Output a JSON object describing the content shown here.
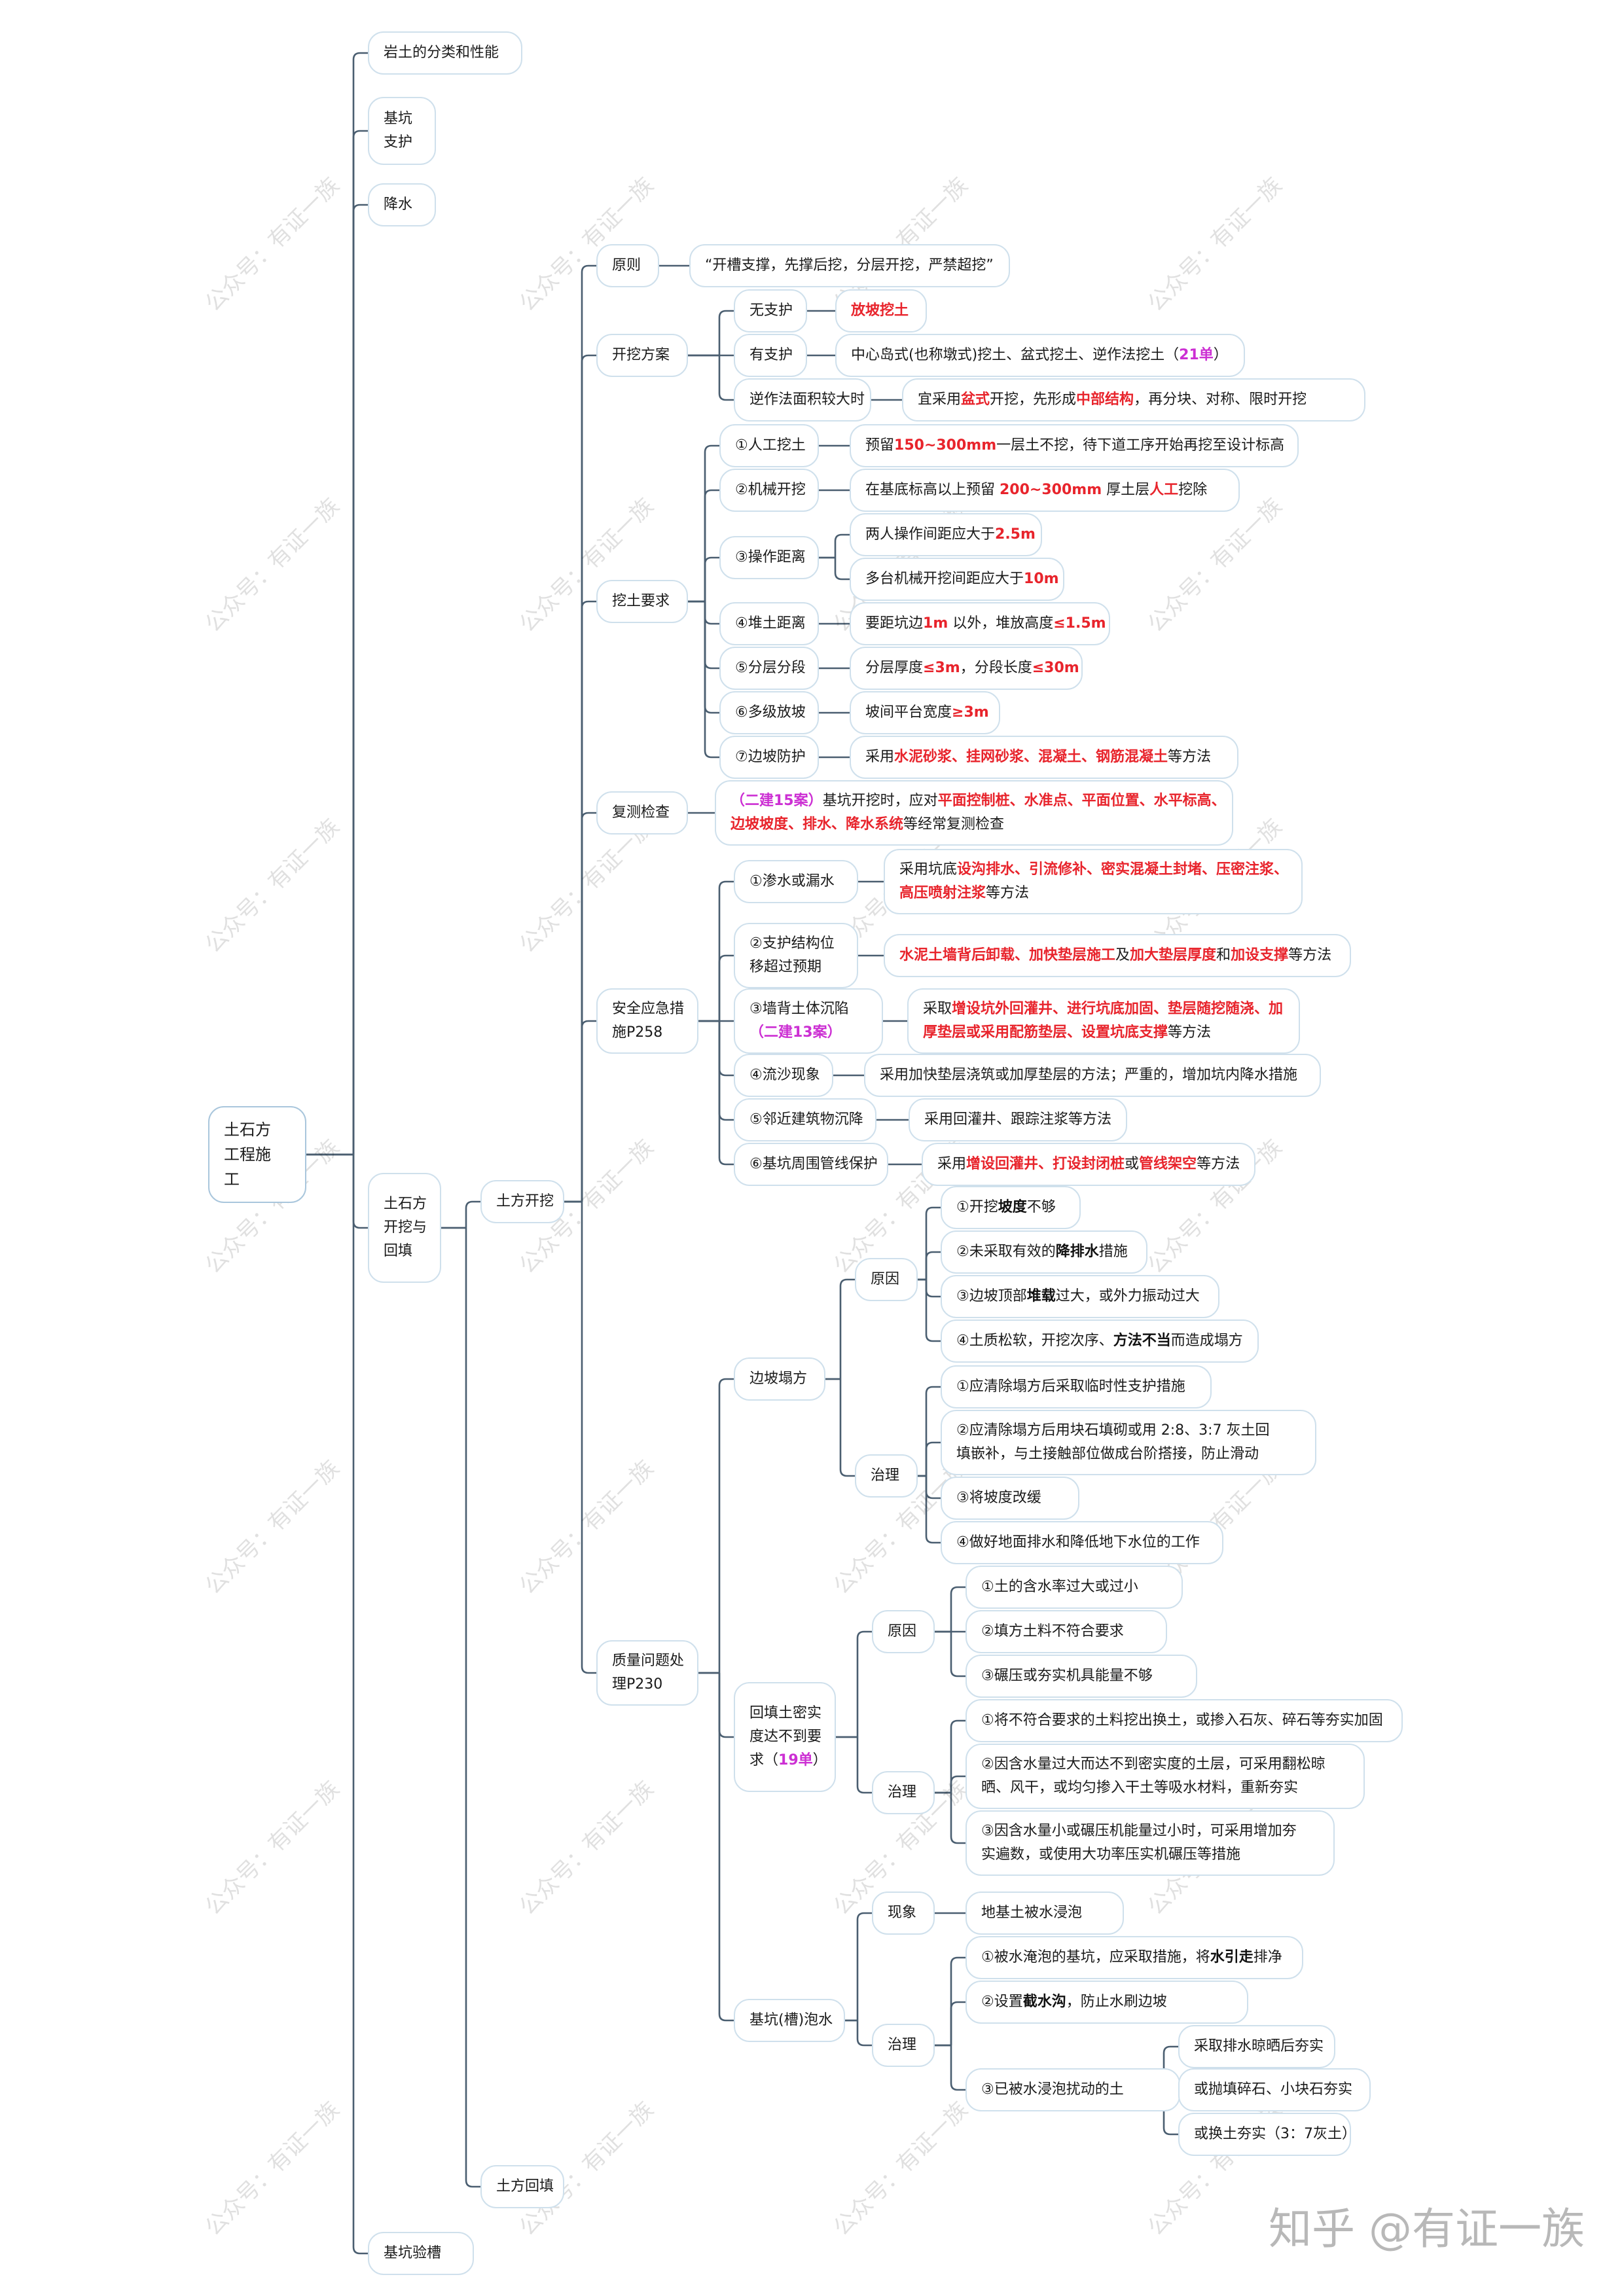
{
  "watermarks": {
    "diag": "公众号：有证一族",
    "corner": "知乎 @有证一族"
  },
  "nodes": [
    {
      "id": "root",
      "parts": [
        [
          "土石方\n工程施\n工",
          ""
        ]
      ]
    },
    {
      "id": "n1",
      "parts": [
        [
          "岩土的分类和性能",
          ""
        ]
      ]
    },
    {
      "id": "n2",
      "parts": [
        [
          "基坑\n支护",
          ""
        ]
      ]
    },
    {
      "id": "n3",
      "parts": [
        [
          "降水",
          ""
        ]
      ]
    },
    {
      "id": "n4",
      "parts": [
        [
          "土石方\n开挖与\n回填",
          ""
        ]
      ]
    },
    {
      "id": "n5",
      "parts": [
        [
          "基坑验槽",
          ""
        ]
      ]
    },
    {
      "id": "kw",
      "parts": [
        [
          "土方开挖",
          ""
        ]
      ]
    },
    {
      "id": "hutian",
      "parts": [
        [
          "土方回填",
          ""
        ]
      ]
    },
    {
      "id": "yz",
      "parts": [
        [
          "原则",
          ""
        ]
      ]
    },
    {
      "id": "yz1",
      "parts": [
        [
          "“开槽支撑，先撑后挖，分层开挖，严禁超挖”",
          ""
        ]
      ]
    },
    {
      "id": "fa",
      "parts": [
        [
          "开挖方案",
          ""
        ]
      ]
    },
    {
      "id": "fa1",
      "parts": [
        [
          "无支护",
          ""
        ]
      ]
    },
    {
      "id": "fa1a",
      "parts": [
        [
          "放坡挖土",
          "red"
        ]
      ]
    },
    {
      "id": "fa2",
      "parts": [
        [
          "有支护",
          ""
        ]
      ]
    },
    {
      "id": "fa2a",
      "parts": [
        [
          "中心岛式(也称墩式)挖土、盆式挖土、逆作法挖土（",
          ""
        ],
        [
          "21单",
          "mag"
        ],
        [
          "）",
          ""
        ]
      ]
    },
    {
      "id": "fa3",
      "parts": [
        [
          "逆作法面积较大时",
          ""
        ]
      ]
    },
    {
      "id": "fa3a",
      "parts": [
        [
          "宜采用",
          ""
        ],
        [
          "盆式",
          "red"
        ],
        [
          "开挖，先形成",
          ""
        ],
        [
          "中部结构",
          "red"
        ],
        [
          "，再分块、对称、限时开挖",
          ""
        ]
      ]
    },
    {
      "id": "wt",
      "parts": [
        [
          "挖土要求",
          ""
        ]
      ]
    },
    {
      "id": "wt1",
      "parts": [
        [
          "①人工挖土",
          ""
        ]
      ]
    },
    {
      "id": "wt1a",
      "parts": [
        [
          "预留",
          ""
        ],
        [
          "150~300mm",
          "red"
        ],
        [
          "一层土不挖，待下道工序开始再挖至设计标高",
          ""
        ]
      ]
    },
    {
      "id": "wt2",
      "parts": [
        [
          "②机械开挖",
          ""
        ]
      ]
    },
    {
      "id": "wt2a",
      "parts": [
        [
          "在基底标高以上预留 ",
          ""
        ],
        [
          "200~300mm",
          "red"
        ],
        [
          " 厚土层",
          ""
        ],
        [
          "人工",
          "red"
        ],
        [
          "挖除",
          ""
        ]
      ]
    },
    {
      "id": "wt3",
      "parts": [
        [
          "③操作距离",
          ""
        ]
      ]
    },
    {
      "id": "wt3a",
      "parts": [
        [
          "两人操作间距应大于",
          ""
        ],
        [
          "2.5m",
          "red"
        ]
      ]
    },
    {
      "id": "wt3b",
      "parts": [
        [
          "多台机械开挖间距应大于",
          ""
        ],
        [
          "10m",
          "red"
        ]
      ]
    },
    {
      "id": "wt4",
      "parts": [
        [
          "④堆土距离",
          ""
        ]
      ]
    },
    {
      "id": "wt4a",
      "parts": [
        [
          "要距坑边",
          ""
        ],
        [
          "1m",
          "red"
        ],
        [
          " 以外，堆放高度",
          ""
        ],
        [
          "≤1.5m",
          "red"
        ]
      ]
    },
    {
      "id": "wt5",
      "parts": [
        [
          "⑤分层分段",
          ""
        ]
      ]
    },
    {
      "id": "wt5a",
      "parts": [
        [
          "分层厚度",
          ""
        ],
        [
          "≤3m",
          "red"
        ],
        [
          "，分段长度",
          ""
        ],
        [
          "≤30m",
          "red"
        ]
      ]
    },
    {
      "id": "wt6",
      "parts": [
        [
          "⑥多级放坡",
          ""
        ]
      ]
    },
    {
      "id": "wt6a",
      "parts": [
        [
          "坡间平台宽度",
          ""
        ],
        [
          "≥3m",
          "red"
        ]
      ]
    },
    {
      "id": "wt7",
      "parts": [
        [
          "⑦边坡防护",
          ""
        ]
      ]
    },
    {
      "id": "wt7a",
      "parts": [
        [
          "采用",
          ""
        ],
        [
          "水泥砂浆、挂网砂浆、混凝土、钢筋混凝土",
          "red"
        ],
        [
          "等方法",
          ""
        ]
      ]
    },
    {
      "id": "fc",
      "parts": [
        [
          "复测检查",
          ""
        ]
      ]
    },
    {
      "id": "fca",
      "parts": [
        [
          "（二建15案）",
          "mag"
        ],
        [
          "基坑开挖时，应对",
          ""
        ],
        [
          "平面控制桩、水准点、平面位置、水平标高、\n边坡坡度、排水、降水系统",
          "red"
        ],
        [
          "等经常复测检查",
          ""
        ]
      ]
    },
    {
      "id": "aq",
      "parts": [
        [
          "安全应急措\n施P258",
          ""
        ]
      ]
    },
    {
      "id": "aq1",
      "parts": [
        [
          "①渗水或漏水",
          ""
        ]
      ]
    },
    {
      "id": "aq1a",
      "parts": [
        [
          "采用坑底",
          ""
        ],
        [
          "设沟排水、引流修补、密实混凝土封堵、压密注浆、\n高压喷射注浆",
          "red"
        ],
        [
          "等方法",
          ""
        ]
      ]
    },
    {
      "id": "aq2",
      "parts": [
        [
          "②支护结构位\n移超过预期",
          ""
        ]
      ]
    },
    {
      "id": "aq2a",
      "parts": [
        [
          "水泥土墙背后卸载、加快垫层施工",
          "red"
        ],
        [
          "及",
          ""
        ],
        [
          "加大垫层厚度",
          "red"
        ],
        [
          "和",
          ""
        ],
        [
          "加设支撑",
          "red"
        ],
        [
          "等方法",
          ""
        ]
      ]
    },
    {
      "id": "aq3",
      "parts": [
        [
          "③墙背土体沉陷\n",
          ""
        ],
        [
          "（二建13案）",
          "mag"
        ]
      ]
    },
    {
      "id": "aq3a",
      "parts": [
        [
          "采取",
          ""
        ],
        [
          "增设坑外回灌井、进行坑底加固、垫层随挖随浇、加\n厚垫层或采用配筋垫层、设置坑底支撑",
          "red"
        ],
        [
          "等方法",
          ""
        ]
      ]
    },
    {
      "id": "aq4",
      "parts": [
        [
          "④流沙现象",
          ""
        ]
      ]
    },
    {
      "id": "aq4a",
      "parts": [
        [
          "采用加快垫层浇筑或加厚垫层的方法；严重的，增加坑内降水措施",
          ""
        ]
      ]
    },
    {
      "id": "aq5",
      "parts": [
        [
          "⑤邻近建筑物沉降",
          ""
        ]
      ]
    },
    {
      "id": "aq5a",
      "parts": [
        [
          "采用回灌井、跟踪注浆等方法",
          ""
        ]
      ]
    },
    {
      "id": "aq6",
      "parts": [
        [
          "⑥基坑周围管线保护",
          ""
        ]
      ]
    },
    {
      "id": "aq6a",
      "parts": [
        [
          "采用",
          ""
        ],
        [
          "增设回灌井、打设封闭桩",
          "red"
        ],
        [
          "或",
          ""
        ],
        [
          "管线架空",
          "red"
        ],
        [
          "等方法",
          ""
        ]
      ]
    },
    {
      "id": "zl",
      "parts": [
        [
          "质量问题处\n理P230",
          ""
        ]
      ]
    },
    {
      "id": "bp",
      "parts": [
        [
          "边坡塌方",
          ""
        ]
      ]
    },
    {
      "id": "bpy",
      "parts": [
        [
          "原因",
          ""
        ]
      ]
    },
    {
      "id": "bpy1",
      "parts": [
        [
          "①开挖",
          ""
        ],
        [
          "坡度",
          "bold"
        ],
        [
          "不够",
          ""
        ]
      ]
    },
    {
      "id": "bpy2",
      "parts": [
        [
          "②未采取有效的",
          ""
        ],
        [
          "降排水",
          "bold"
        ],
        [
          "措施",
          ""
        ]
      ]
    },
    {
      "id": "bpy3",
      "parts": [
        [
          "③边坡顶部",
          ""
        ],
        [
          "堆载",
          "bold"
        ],
        [
          "过大，或外力振动过大",
          ""
        ]
      ]
    },
    {
      "id": "bpy4",
      "parts": [
        [
          "④土质松软，开挖次序、",
          ""
        ],
        [
          "方法不当",
          "bold"
        ],
        [
          "而造成塌方",
          ""
        ]
      ]
    },
    {
      "id": "bpz",
      "parts": [
        [
          "治理",
          ""
        ]
      ]
    },
    {
      "id": "bpz1",
      "parts": [
        [
          "①应清除塌方后采取临时性支护措施",
          ""
        ]
      ]
    },
    {
      "id": "bpz2",
      "parts": [
        [
          "②应清除塌方后用块石填砌或用 2:8、3:7 灰土回\n填嵌补，与土接触部位做成台阶搭接，防止滑动",
          ""
        ]
      ]
    },
    {
      "id": "bpz3",
      "parts": [
        [
          "③将坡度改缓",
          ""
        ]
      ]
    },
    {
      "id": "bpz4",
      "parts": [
        [
          "④做好地面排水和降低地下水位的工作",
          ""
        ]
      ]
    },
    {
      "id": "ht",
      "parts": [
        [
          "回填土密实\n度达不到要\n求（",
          ""
        ],
        [
          "19单",
          "mag"
        ],
        [
          "）",
          ""
        ]
      ]
    },
    {
      "id": "hty",
      "parts": [
        [
          "原因",
          ""
        ]
      ]
    },
    {
      "id": "hty1",
      "parts": [
        [
          "①土的含水率过大或过小",
          ""
        ]
      ]
    },
    {
      "id": "hty2",
      "parts": [
        [
          "②填方土料不符合要求",
          ""
        ]
      ]
    },
    {
      "id": "hty3",
      "parts": [
        [
          "③碾压或夯实机具能量不够",
          ""
        ]
      ]
    },
    {
      "id": "htz",
      "parts": [
        [
          "治理",
          ""
        ]
      ]
    },
    {
      "id": "htz1",
      "parts": [
        [
          "①将不符合要求的土料挖出换土，或掺入石灰、碎石等夯实加固",
          ""
        ]
      ]
    },
    {
      "id": "htz2",
      "parts": [
        [
          "②因含水量过大而达不到密实度的土层，可采用翻松晾\n晒、风干，或均匀掺入干土等吸水材料，重新夯实",
          ""
        ]
      ]
    },
    {
      "id": "htz3",
      "parts": [
        [
          "③因含水量小或碾压机能量过小时，可采用增加夯\n实遍数，或使用大功率压实机碾压等措施",
          ""
        ]
      ]
    },
    {
      "id": "jk",
      "parts": [
        [
          "基坑(槽)泡水",
          ""
        ]
      ]
    },
    {
      "id": "jkx",
      "parts": [
        [
          "现象",
          ""
        ]
      ]
    },
    {
      "id": "jkx1",
      "parts": [
        [
          "地基土被水浸泡",
          ""
        ]
      ]
    },
    {
      "id": "jkz",
      "parts": [
        [
          "治理",
          ""
        ]
      ]
    },
    {
      "id": "jkz1",
      "parts": [
        [
          "①被水淹泡的基坑，应采取措施，将",
          ""
        ],
        [
          "水引走",
          "bold"
        ],
        [
          "排净",
          ""
        ]
      ]
    },
    {
      "id": "jkz2",
      "parts": [
        [
          "②设置",
          ""
        ],
        [
          "截水沟",
          "bold"
        ],
        [
          "，防止水刷边坡",
          ""
        ]
      ]
    },
    {
      "id": "jkz3",
      "parts": [
        [
          "③已被水浸泡扰动的土",
          ""
        ]
      ]
    },
    {
      "id": "jkz3a",
      "parts": [
        [
          "采取排水晾晒后夯实",
          ""
        ]
      ]
    },
    {
      "id": "jkz3b",
      "parts": [
        [
          "或抛填碎石、小块石夯实",
          ""
        ]
      ]
    },
    {
      "id": "jkz3c",
      "parts": [
        [
          "或换土夯实（3：7灰土）",
          ""
        ]
      ]
    }
  ]
}
